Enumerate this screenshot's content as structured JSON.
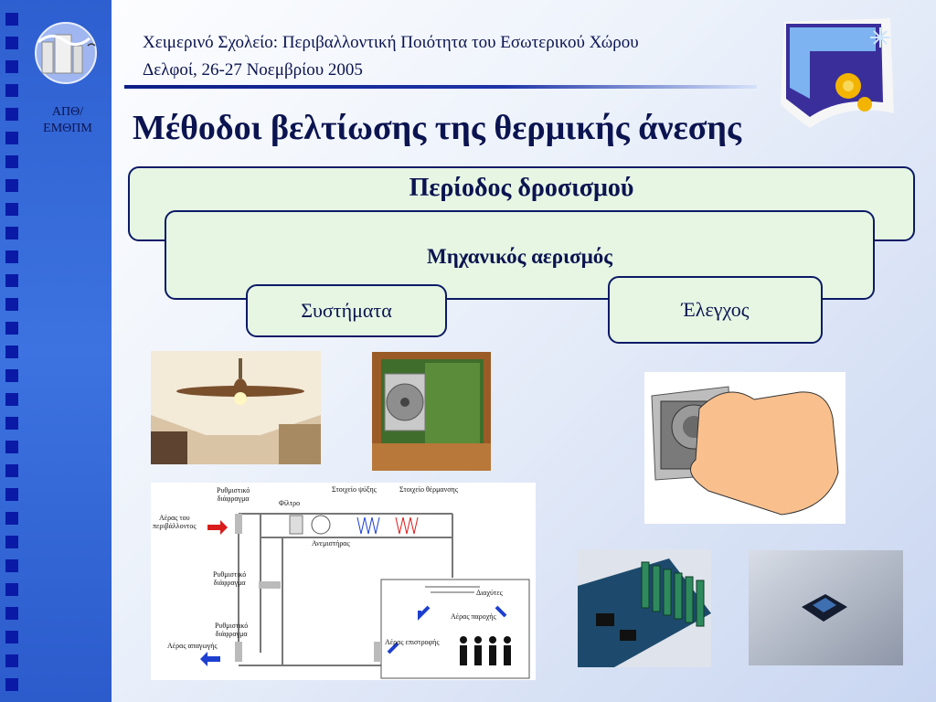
{
  "sidebar": {
    "org_label_line1": "ΑΠΘ/",
    "org_label_line2": "ΕΜΘΠΜ"
  },
  "header": {
    "line1": "Χειμερινό Σχολείο: Περιβαλλοντική Ποιότητα του Εσωτερικού Χώρου",
    "line2": "Δελφοί, 26-27 Νοεμβρίου 2005"
  },
  "title": "Μέθοδοι βελτίωσης της θερμικής άνεσης",
  "boxes": {
    "outer": "Περίοδος δροσισμού",
    "mid": "Μηχανικός αερισμός",
    "systems": "Συστήματα",
    "control": "Έλεγχος"
  },
  "diagram": {
    "damper_top": [
      "Ρυθμιστικό",
      "διάφραγμα"
    ],
    "filter": "Φίλτρο",
    "cooling_coil": "Στοιχείο ψύξης",
    "heating_coil": "Στοιχείο θέρμανσης",
    "outside_air": [
      "Αέρας του",
      "περιβάλλοντος"
    ],
    "fan": "Ανεμιστήρας",
    "damper_mid": [
      "Ρυθμιστικό",
      "διάφραγμα"
    ],
    "diffusers": "Διαχύτες",
    "supply_air": "Αέρας παροχής",
    "damper_bottom": [
      "Ρυθμιστικό",
      "διάφραγμα"
    ],
    "exhaust_air": "Αέρας απαγωγής",
    "return_air": "Αέρας επιστροφής"
  },
  "colors": {
    "sidebar": "#3a6fdf",
    "squares": "#0a1aa6",
    "box_fill": "#e6f6e3",
    "box_border": "#0c1a66",
    "text": "#0b1450",
    "arrow_red": "#d81c1c",
    "arrow_blue": "#1d3fd0"
  }
}
